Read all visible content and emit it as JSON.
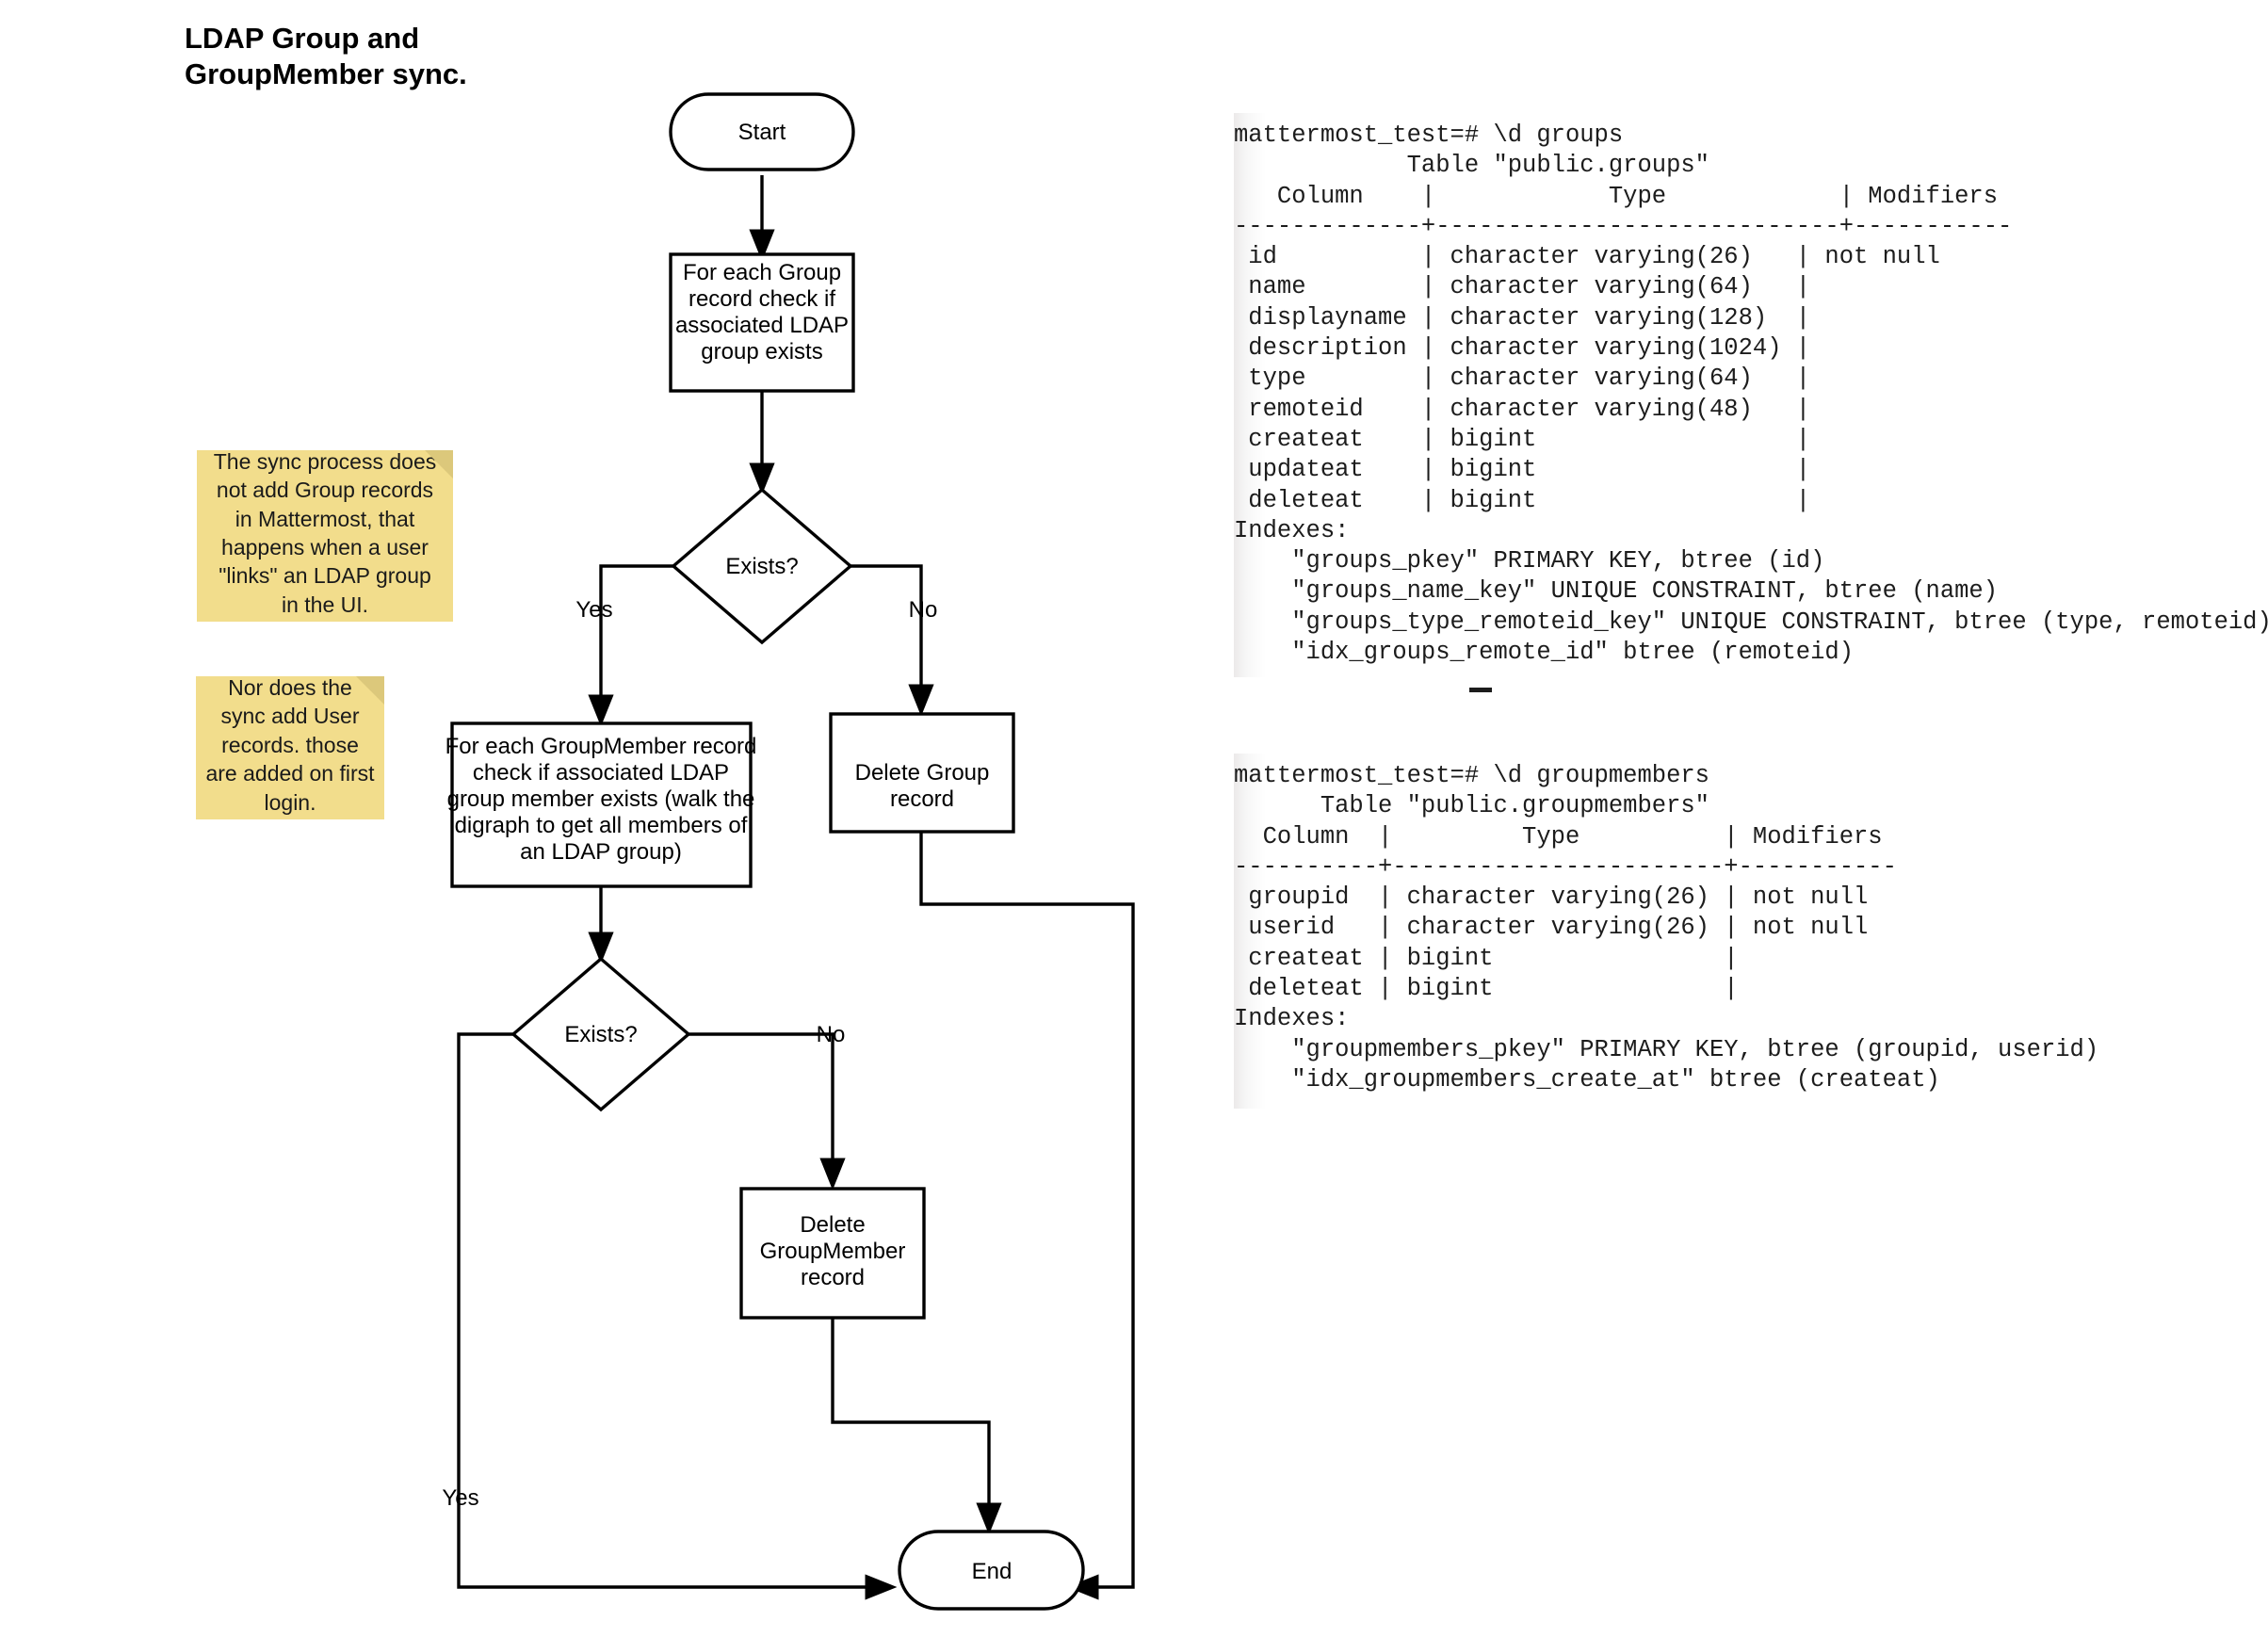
{
  "title": "LDAP Group and\nGroupMember sync.",
  "flowchart": {
    "nodes": {
      "start": "Start",
      "check_group": "For each Group\nrecord check if\nassociated LDAP\ngroup exists",
      "exists_1": "Exists?",
      "check_groupmember": "For each GroupMember record\ncheck if associated LDAP\ngroup member exists (walk the\ndigraph to get all members of\nan LDAP group)",
      "delete_group": "Delete Group\nrecord",
      "exists_2": "Exists?",
      "delete_groupmember": "Delete\nGroupMember\nrecord",
      "end": "End"
    },
    "edge_labels": {
      "yes_1": "Yes",
      "no_1": "No",
      "no_2": "No",
      "yes_2": "Yes"
    }
  },
  "notes": [
    {
      "id": "note-group",
      "text": "The sync process does not add Group records in Mattermost, that happens when a user \"links\" an LDAP group in the UI."
    },
    {
      "id": "note-user",
      "text": "Nor does the sync add User records. those are added on first login."
    }
  ],
  "terminals": {
    "groups": "mattermost_test=# \\d groups\n            Table \"public.groups\"\n   Column    |            Type            | Modifiers\n-------------+----------------------------+-----------\n id          | character varying(26)   | not null\n name        | character varying(64)   |\n displayname | character varying(128)  |\n description | character varying(1024) |\n type        | character varying(64)   |\n remoteid    | character varying(48)   |\n createat    | bigint                  |\n updateat    | bigint                  |\n deleteat    | bigint                  |\nIndexes:\n    \"groups_pkey\" PRIMARY KEY, btree (id)\n    \"groups_name_key\" UNIQUE CONSTRAINT, btree (name)\n    \"groups_type_remoteid_key\" UNIQUE CONSTRAINT, btree (type, remoteid)\n    \"idx_groups_remote_id\" btree (remoteid)",
    "groupmembers": "mattermost_test=# \\d groupmembers\n      Table \"public.groupmembers\"\n  Column  |         Type          | Modifiers\n----------+-----------------------+-----------\n groupid  | character varying(26) | not null\n userid   | character varying(26) | not null\n createat | bigint                |\n deleteat | bigint                |\nIndexes:\n    \"groupmembers_pkey\" PRIMARY KEY, btree (groupid, userid)\n    \"idx_groupmembers_create_at\" btree (createat)"
  },
  "colors": {
    "note_background": "#f2dd8c",
    "note_fold": "#dcc87b",
    "stroke": "#000000",
    "shape_fill": "#ffffff"
  }
}
